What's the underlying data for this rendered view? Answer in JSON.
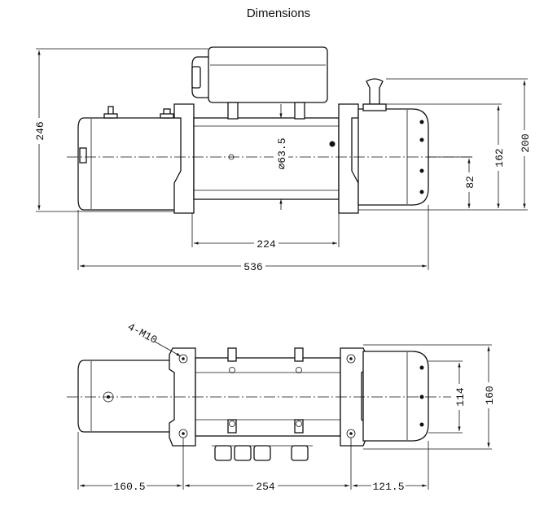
{
  "title": "Dimensions",
  "side_view": {
    "height_total": "246",
    "height_top": "200",
    "height_mid": "162",
    "height_axis": "82",
    "drum_diameter": "⌀63.5",
    "drum_length": "224",
    "overall_length": "536"
  },
  "top_view": {
    "bolt_callout": "4-M10",
    "width_outer": "160",
    "width_inner": "114",
    "motor_offset": "160.5",
    "bolt_spacing": "254",
    "gear_offset": "121.5"
  }
}
